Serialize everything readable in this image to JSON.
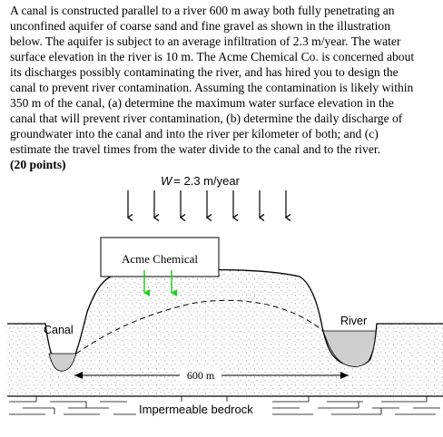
{
  "problem": {
    "lines": [
      "A canal is constructed parallel to a river 600 m away both fully penetrating an",
      "unconfined aquifer of coarse sand and fine gravel as shown in the illustration",
      "below. The aquifer is subject to an average infiltration of 2.3 m/year. The water",
      "surface elevation in the river is 10 m. The Acme Chemical Co. is concerned about",
      "its discharges possibly contaminating the river, and has hired you to design the",
      "canal to prevent river contamination. Assuming the contamination is likely within",
      "350 m of the canal, (a) determine the maximum water surface elevation in the",
      "canal that will prevent river contamination, (b) determine the daily discharge of",
      "groundwater into the canal and into the river per kilometer of both; and (c)",
      "estimate the travel times from the water divide to the canal and to the river."
    ],
    "points": "(20 points)"
  },
  "figure": {
    "infiltration_symbol": "W",
    "infiltration_value": "= 2.3 m/year",
    "company_label": "Acme Chemical",
    "canal_label": "Canal",
    "river_label": "River",
    "distance_label": "600 m",
    "bedrock_label": "Impermeable bedrock"
  },
  "colors": {
    "text": "#000000",
    "water": "#cfcfcf",
    "discharge_arrow": "#22cc22"
  }
}
